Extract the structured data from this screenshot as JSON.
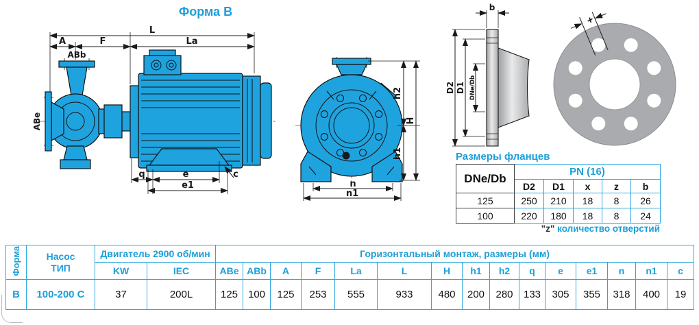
{
  "colors": {
    "accent": "#1b9ed9",
    "pump_blue": "#1fa3df",
    "table_border": "#2aa7de",
    "flange_gray": "#a9abae"
  },
  "title": "Форма B",
  "dims": {
    "L": "L",
    "A": "A",
    "F": "F",
    "La": "La",
    "ABb": "ABb",
    "ABe": "ABe",
    "q": "q",
    "e": "e",
    "e1": "e1",
    "c": "c",
    "h2": "h2",
    "H": "H",
    "h1": "h1",
    "n": "n",
    "n1": "n1",
    "b": "b",
    "D2": "D2",
    "D1": "D1",
    "DNeDb": "DNe/Db",
    "x": "x"
  },
  "flange_table": {
    "title": "Размеры фланцев",
    "col1_header": "DNe/Db",
    "group_header": "PN (16)",
    "sub_headers": [
      "D2",
      "D1",
      "x",
      "z",
      "b"
    ],
    "rows": [
      {
        "dn": "125",
        "d2": "250",
        "d1": "210",
        "x": "18",
        "z": "8",
        "b": "26"
      },
      {
        "dn": "100",
        "d2": "220",
        "d1": "180",
        "x": "18",
        "z": "8",
        "b": "24"
      }
    ],
    "note_z": "\"z\"",
    "note_text": " количество отверстий"
  },
  "main_table": {
    "form_header": "Форма",
    "pump_header": "Насос\nТИП",
    "motor_header": "Двигатель 2900 об/мин",
    "motor_sub": [
      "KW",
      "IEC"
    ],
    "dims_header": "Горизонтальный монтаж, размеры (мм)",
    "dim_cols": [
      "ABe",
      "ABb",
      "A",
      "F",
      "La",
      "L",
      "H",
      "h1",
      "h2",
      "q",
      "e",
      "e1",
      "n",
      "n1",
      "c"
    ],
    "row": {
      "form": "B",
      "type": "100-200 C",
      "kw": "37",
      "iec": "200L",
      "values": [
        "125",
        "100",
        "125",
        "253",
        "555",
        "933",
        "480",
        "200",
        "280",
        "133",
        "305",
        "355",
        "318",
        "400",
        "19"
      ]
    }
  }
}
